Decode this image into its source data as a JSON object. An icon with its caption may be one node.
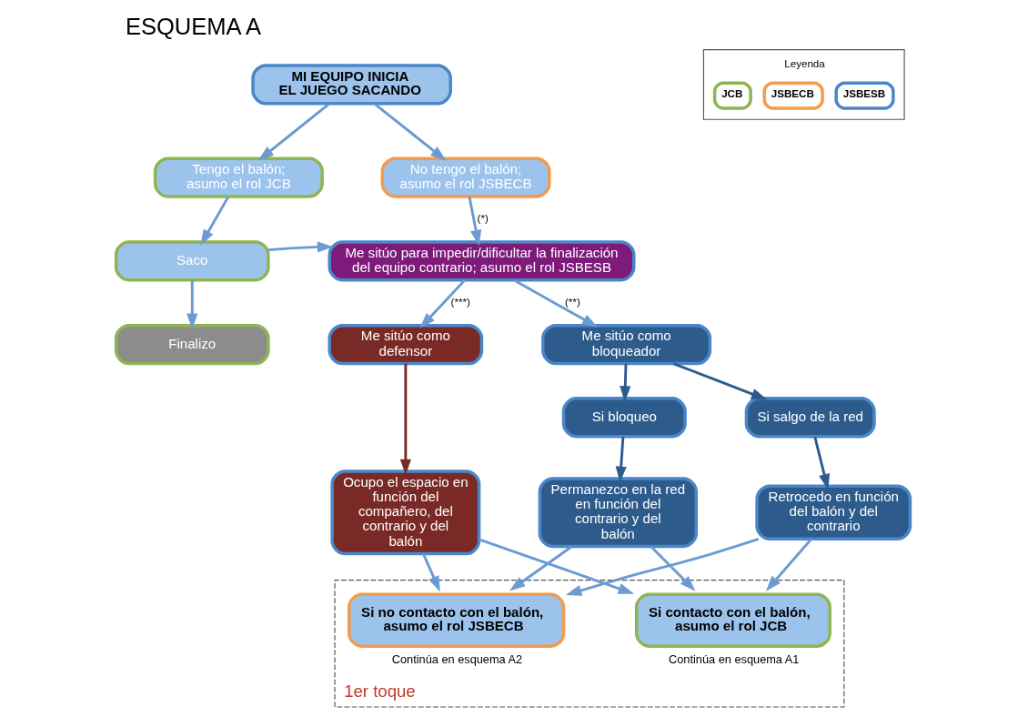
{
  "diagram": {
    "title": "ESQUEMA A",
    "nodes": [
      {
        "text": [
          "MI EQUIPO INICIA EL JUEGO SACANDO"
        ]
      },
      {
        "text": [
          "Tengo el balón; asumo el rol JCB"
        ]
      },
      {
        "text": [
          "No tengo el balón; asumo el rol JSBECB"
        ]
      },
      {
        "text": [
          "Saco"
        ]
      },
      {
        "text": [
          "Me sitúo para impedir/dificultar la finalización del equipo contrario; asumo el rol JSBESB"
        ]
      },
      {
        "text": [
          "Finalizo"
        ]
      },
      {
        "text": [
          "Me sitúo como defensor"
        ]
      },
      {
        "text": [
          "Me sitúo como bloqueador"
        ]
      },
      {
        "text": [
          "Si bloqueo"
        ]
      },
      {
        "text": [
          "Si salgo de la red"
        ]
      },
      {
        "text": [
          "Ocupo el espacio en función del compañero, del contrario y del balón"
        ]
      },
      {
        "text": [
          "Permanezco en la red en función del contrario y del balón"
        ]
      },
      {
        "text": [
          "Retrocedo en función del balón y del contrario"
        ]
      },
      {
        "text": [
          "1er toque"
        ]
      },
      {
        "text": [
          "Si no contacto con el balón, asumo el rol JSBECB"
        ],
        "in": 13,
        "beside": [
          "Continúa en esquema A2"
        ]
      },
      {
        "text": [
          "Si contacto con el balón, asumo el rol JCB"
        ],
        "in": 13,
        "beside": [
          "Continúa en esquema A1"
        ]
      }
    ],
    "edges": [
      {
        "from": 0,
        "to": 1,
        "arrow": "to"
      },
      {
        "from": 0,
        "to": 2,
        "arrow": "to"
      },
      {
        "from": 1,
        "to": 3,
        "arrow": "to"
      },
      {
        "from": 2,
        "to": 4,
        "arrow": "to",
        "label": "(*)"
      },
      {
        "from": 3,
        "to": 4,
        "arrow": "to"
      },
      {
        "from": 3,
        "to": 5,
        "arrow": "to"
      },
      {
        "from": 4,
        "to": 6,
        "arrow": "to",
        "label": "(***)"
      },
      {
        "from": 4,
        "to": 7,
        "arrow": "to",
        "label": "(**)"
      },
      {
        "from": 6,
        "to": 10,
        "arrow": "to",
        "color": "#7a2a26"
      },
      {
        "from": 7,
        "to": 8,
        "arrow": "to",
        "color": "#2d5b8c"
      },
      {
        "from": 7,
        "to": 9,
        "arrow": "to",
        "color": "#2d5b8c"
      },
      {
        "from": 8,
        "to": 11,
        "arrow": "to",
        "color": "#2d5b8c"
      },
      {
        "from": 9,
        "to": 12,
        "arrow": "to",
        "color": "#2d5b8c"
      },
      {
        "from": 10,
        "to": 14,
        "arrow": "to"
      },
      {
        "from": 10,
        "to": 15,
        "arrow": "to"
      },
      {
        "from": 11,
        "to": 14,
        "arrow": "to"
      },
      {
        "from": 11,
        "to": 15,
        "arrow": "to"
      },
      {
        "from": 12,
        "to": 14,
        "arrow": "to"
      },
      {
        "from": 12,
        "to": 15,
        "arrow": "to"
      }
    ],
    "labels": [
      "Leyenda"
    ],
    "legend": [
      {
        "text": "JCB",
        "color": "#8db552"
      },
      {
        "text": "JSBECB",
        "color": "#f29b4b"
      },
      {
        "text": "JSBESB",
        "color": "#4a86c8"
      }
    ]
  }
}
